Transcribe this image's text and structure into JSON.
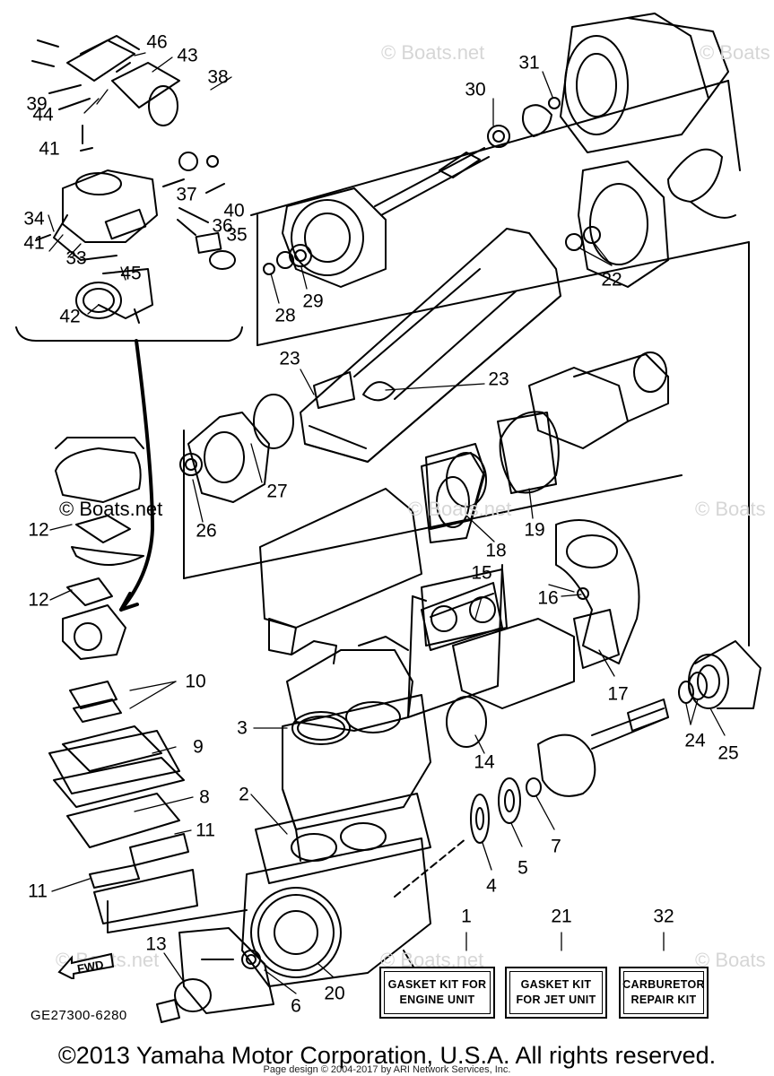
{
  "watermarks": [
    {
      "id": "wm1",
      "text": "© Boats.net",
      "tone": "light"
    },
    {
      "id": "wm2",
      "text": "© Boats",
      "tone": "light"
    },
    {
      "id": "wm3",
      "text": "© Boats.net",
      "tone": "dark"
    },
    {
      "id": "wm4",
      "text": "© Boats.net",
      "tone": "light"
    },
    {
      "id": "wm5",
      "text": "© Boats",
      "tone": "light"
    },
    {
      "id": "wm6",
      "text": "© Boats.net",
      "tone": "light"
    },
    {
      "id": "wm7",
      "text": "© Boats.net",
      "tone": "light"
    },
    {
      "id": "wm8",
      "text": "© Boats",
      "tone": "light"
    }
  ],
  "part_numbers": [
    "1",
    "2",
    "3",
    "4",
    "5",
    "6",
    "7",
    "8",
    "9",
    "10",
    "11",
    "11",
    "12",
    "12",
    "13",
    "14",
    "15",
    "16",
    "17",
    "18",
    "19",
    "20",
    "21",
    "22",
    "23",
    "23",
    "24",
    "25",
    "26",
    "27",
    "28",
    "29",
    "30",
    "31",
    "32",
    "33",
    "34",
    "35",
    "36",
    "37",
    "38",
    "39",
    "40",
    "41",
    "41",
    "42",
    "43",
    "44",
    "45",
    "46"
  ],
  "kits": [
    {
      "id": "kit1",
      "label": "GASKET KIT FOR\nENGINE UNIT"
    },
    {
      "id": "kit21",
      "label": "GASKET KIT\nFOR JET UNIT"
    },
    {
      "id": "kit32",
      "label": "CARBURETOR\nREPAIR KIT"
    }
  ],
  "fwd_label": "FWD",
  "diagram_code": "GE27300-6280",
  "copyright": "©2013 Yamaha Motor Corporation, U.S.A. All rights reserved.",
  "page_design": "Page design © 2004-2017 by ARI Network Services, Inc."
}
